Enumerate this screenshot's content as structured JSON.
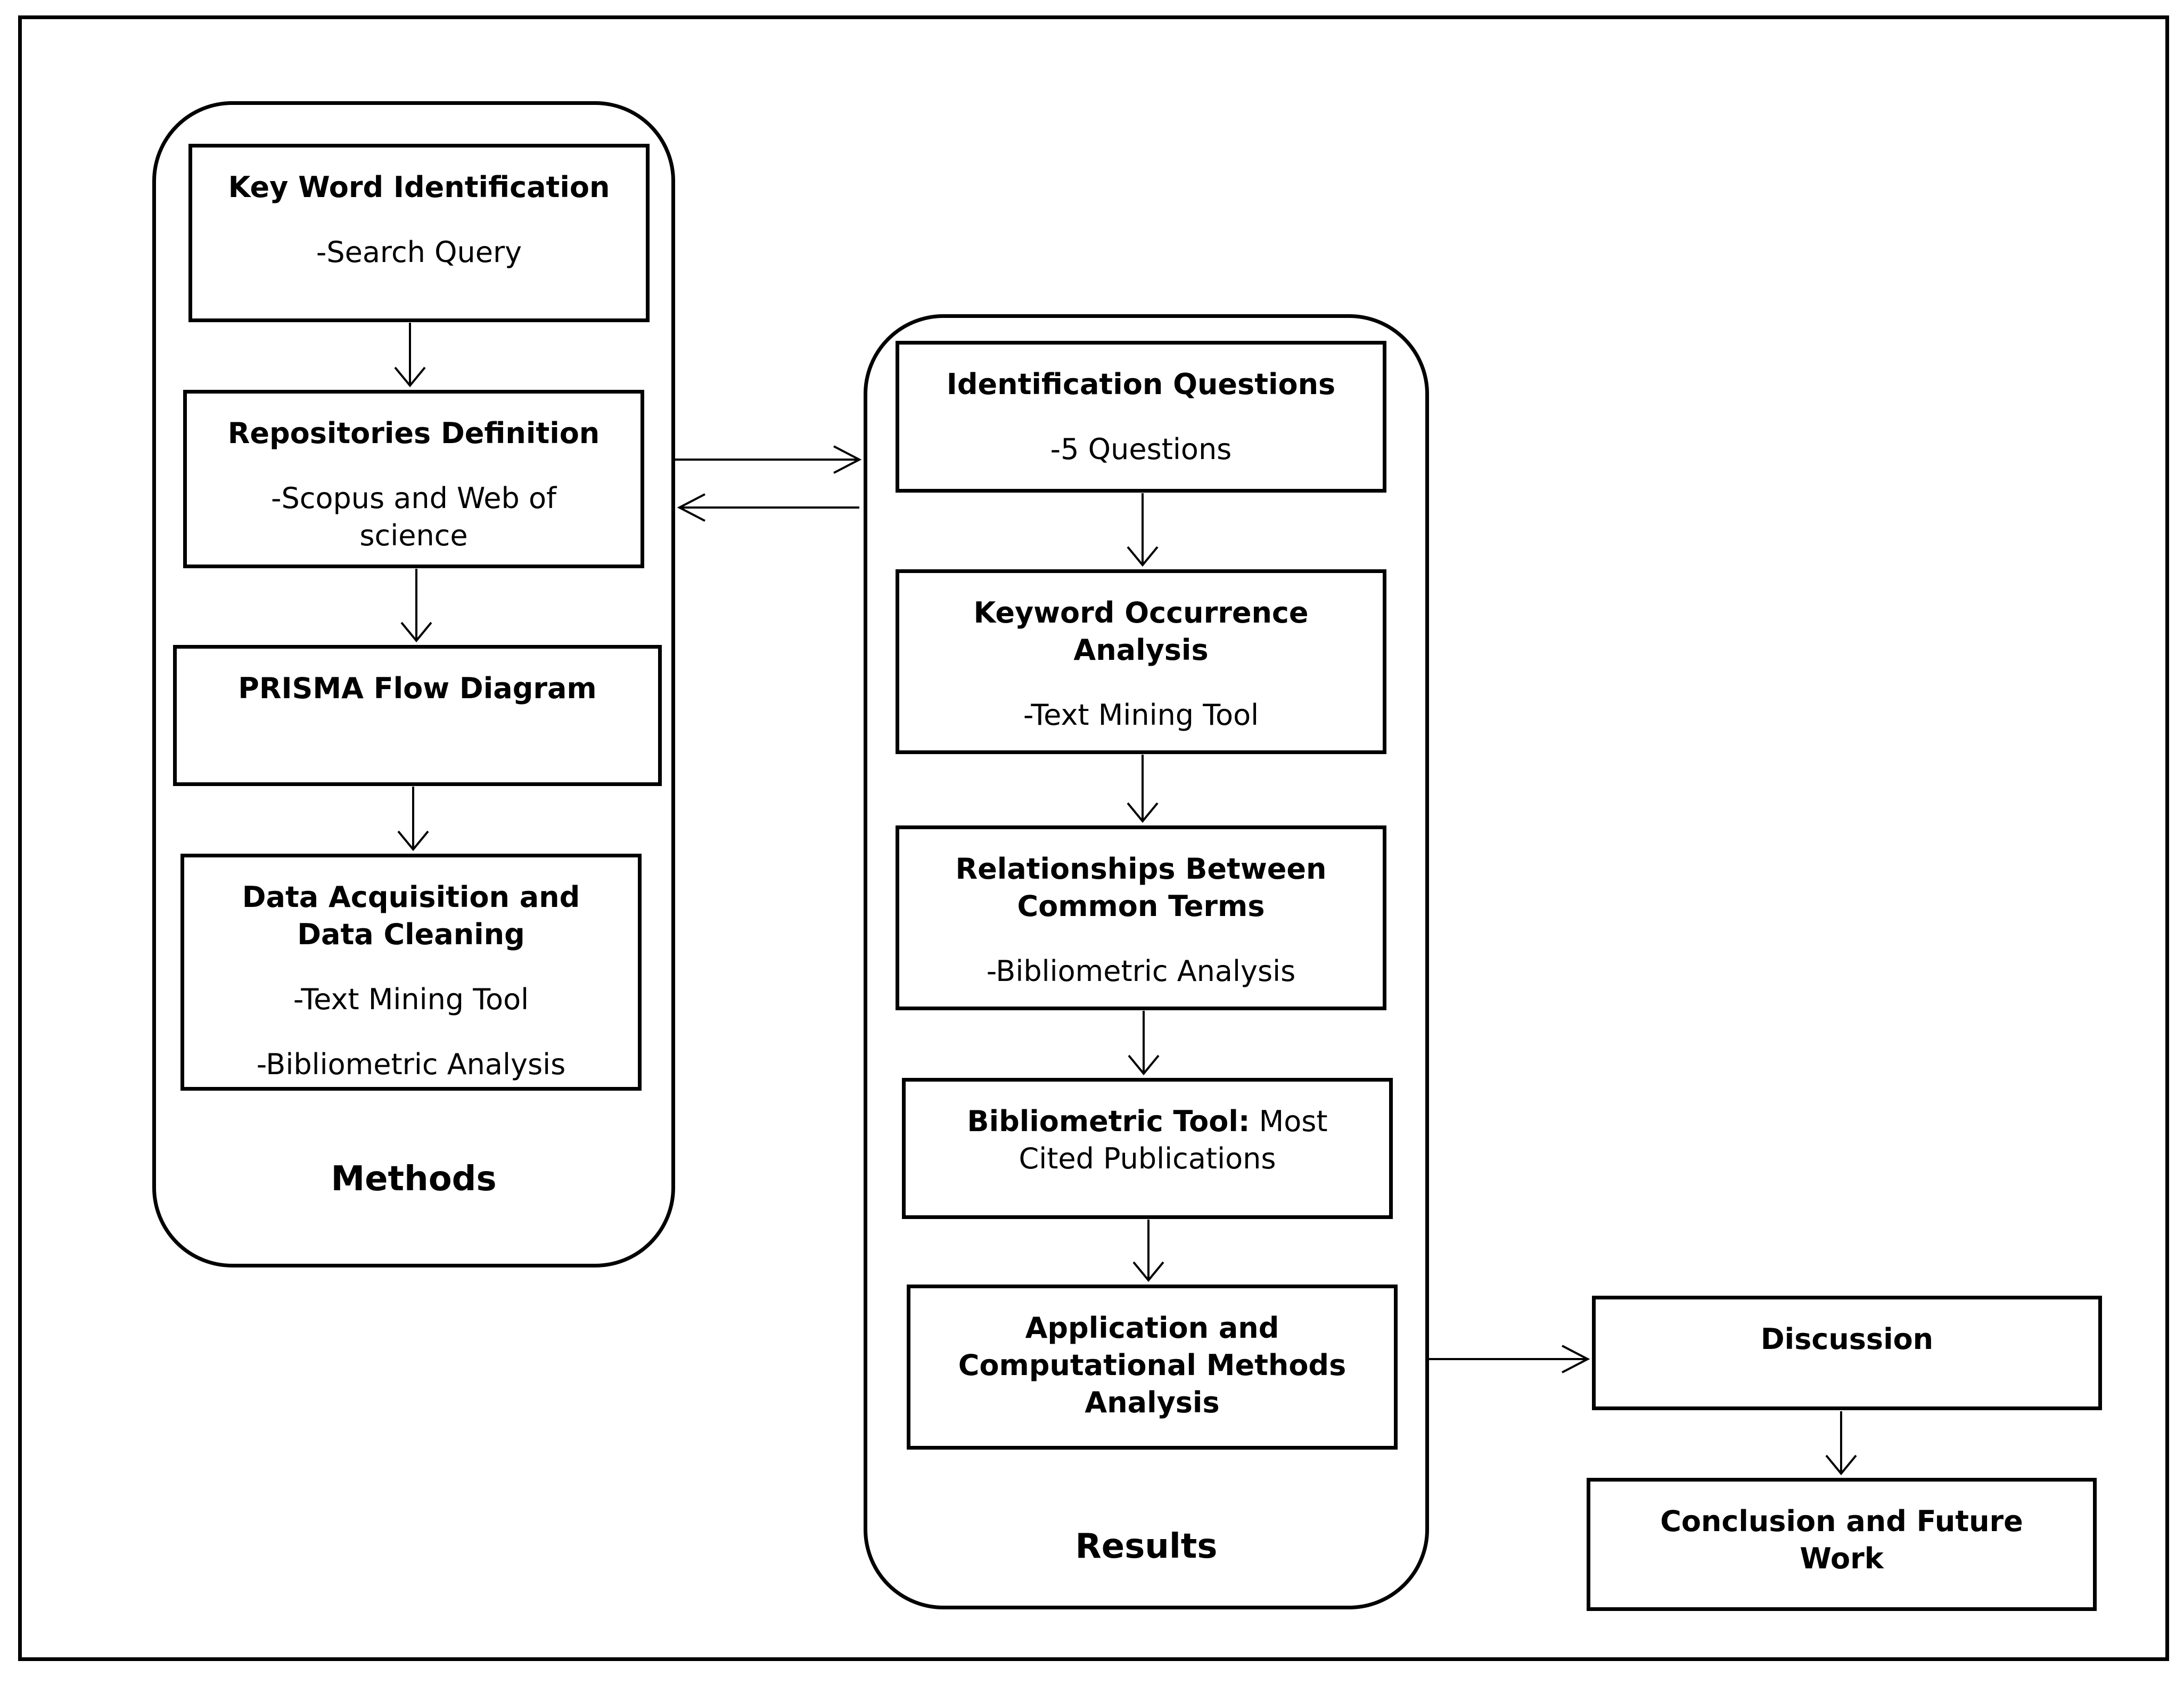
{
  "methods": {
    "label": "Methods",
    "boxes": [
      {
        "title": "Key Word Identification",
        "lines": [
          "-Search Query"
        ]
      },
      {
        "title": "Repositories Definition",
        "lines": [
          "-Scopus and Web of",
          "science"
        ]
      },
      {
        "title": "PRISMA Flow Diagram",
        "lines": []
      },
      {
        "title_lines": [
          "Data Acquisition and",
          "Data Cleaning"
        ],
        "lines": [
          "-Text Mining Tool",
          "-Bibliometric Analysis"
        ]
      }
    ]
  },
  "results": {
    "label": "Results",
    "boxes": [
      {
        "title": "Identification Questions",
        "lines": [
          "-5 Questions"
        ]
      },
      {
        "title_lines": [
          "Keyword Occurrence",
          "Analysis"
        ],
        "lines": [
          "-Text Mining Tool"
        ]
      },
      {
        "title_lines": [
          "Relationships Between",
          "Common Terms"
        ],
        "lines": [
          "-Bibliometric Analysis"
        ]
      },
      {
        "title_bold_part": "Bibliometric Tool:",
        "title_rest": " Most",
        "line2": "Cited Publications"
      },
      {
        "title_lines": [
          "Application and",
          "Computational Methods",
          "Analysis"
        ]
      }
    ]
  },
  "discussion": {
    "title": "Discussion"
  },
  "conclusion": {
    "title_lines": [
      "Conclusion and Future",
      "Work"
    ]
  }
}
